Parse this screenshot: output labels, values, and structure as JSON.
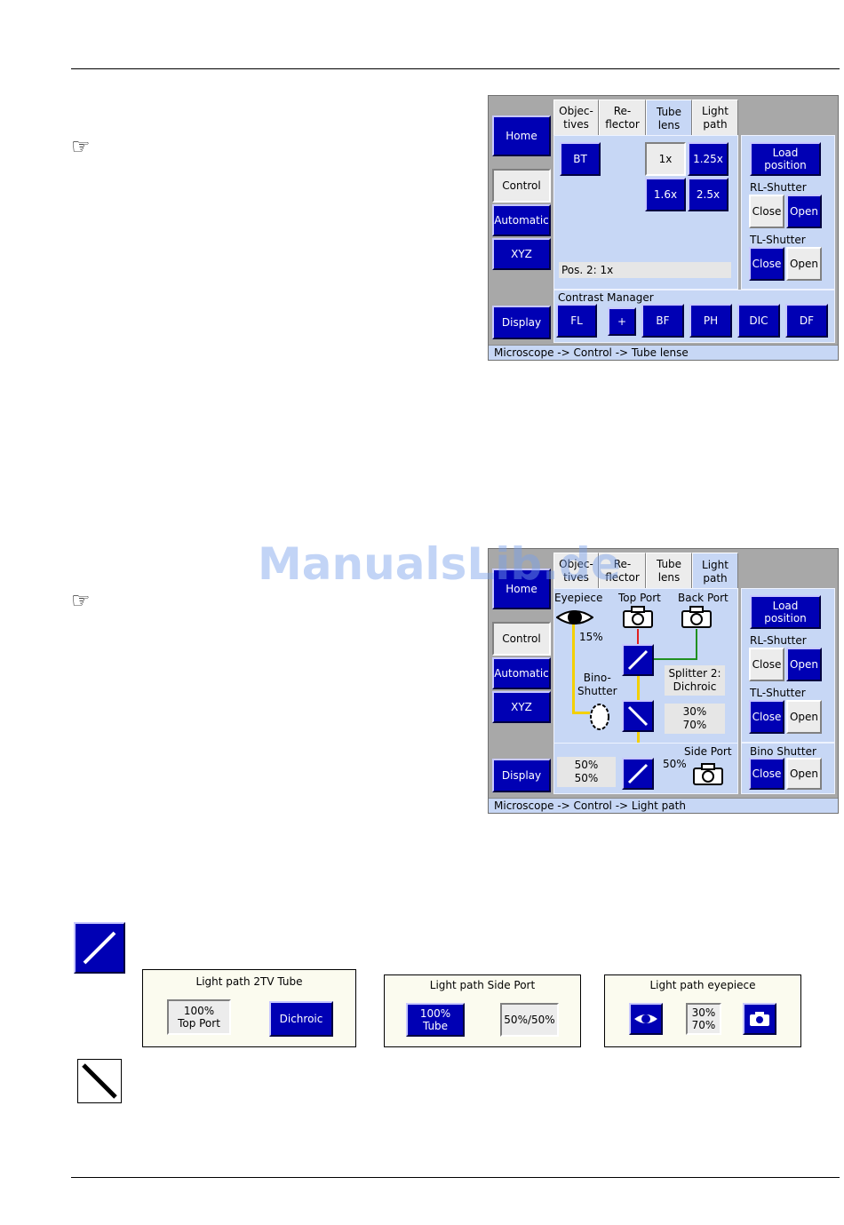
{
  "screen1": {
    "tabs": [
      "Objec-\ntives",
      "Re-\nflector",
      "Tube\nlens",
      "Light\npath"
    ],
    "side": {
      "home": "Home",
      "control": "Control",
      "automatic": "Automatic",
      "xyz": "XYZ",
      "display": "Display"
    },
    "bt": "BT",
    "magnifications": [
      "1x",
      "1.25x",
      "1.6x",
      "2.5x"
    ],
    "position": "Pos. 2: 1x",
    "load_position": "Load\nposition",
    "rl_shutter": "RL-Shutter",
    "tl_shutter": "TL-Shutter",
    "close": "Close",
    "open": "Open",
    "contrast_manager": "Contrast Manager",
    "contrast_buttons": [
      "FL",
      "+",
      "BF",
      "PH",
      "DIC",
      "DF"
    ],
    "status": "Microscope -> Control -> Tube lense"
  },
  "screen2": {
    "eyepiece": "Eyepiece",
    "eyepiece_pct": "15%",
    "top_port": "Top Port",
    "back_port": "Back Port",
    "bino_shutter_label": "Bino-\nShutter",
    "splitter": "Splitter 2:\nDichroic",
    "split_30_70": "30%\n70%",
    "side_port": "Side Port",
    "side_pct": "50%",
    "split_50_50": "50%\n50%",
    "bino_shutter": "Bino Shutter",
    "status": "Microscope -> Control -> Light path"
  },
  "watermark": "ManualsLib.de",
  "dialogs": [
    {
      "title": "Light path 2TV Tube",
      "left": "100%\nTop Port",
      "right": "Dichroic"
    },
    {
      "title": "Light path Side Port",
      "left": "100%\nTube",
      "right": "50%/50%"
    },
    {
      "title": "Light path eyepiece",
      "middle": "30%\n70%"
    }
  ],
  "icons": {
    "hand": "☞",
    "mirror_slash": "mirror-slash-icon",
    "mirror_backslash": "mirror-backslash-icon"
  }
}
